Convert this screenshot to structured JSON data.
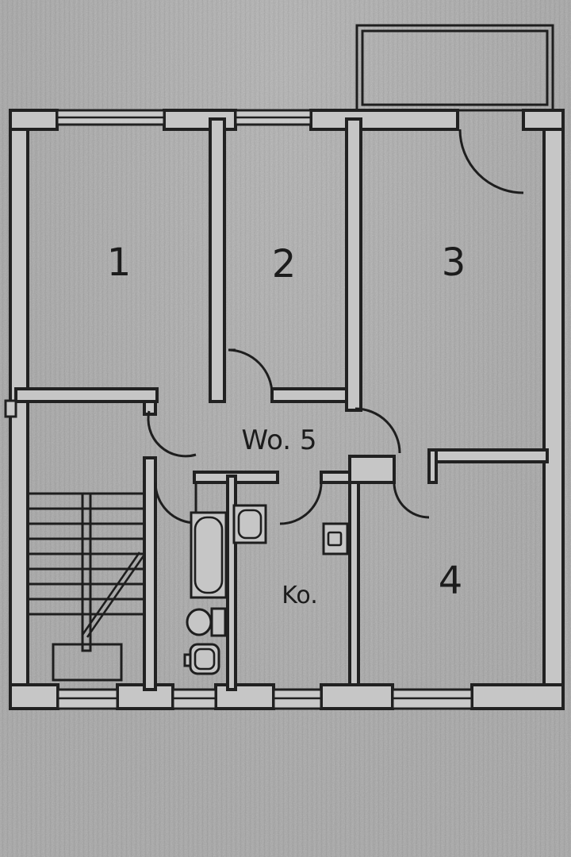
{
  "plan": {
    "unit_label": "Wo. 5",
    "rooms": [
      {
        "id": "room-1",
        "label": "1"
      },
      {
        "id": "room-2",
        "label": "2"
      },
      {
        "id": "room-3",
        "label": "3"
      },
      {
        "id": "room-4",
        "label": "4"
      },
      {
        "id": "kitchen",
        "label": "Ko."
      }
    ],
    "colors": {
      "background": "#c6c6c6",
      "line": "#1e1e1e",
      "text": "#1c1c1c"
    }
  }
}
